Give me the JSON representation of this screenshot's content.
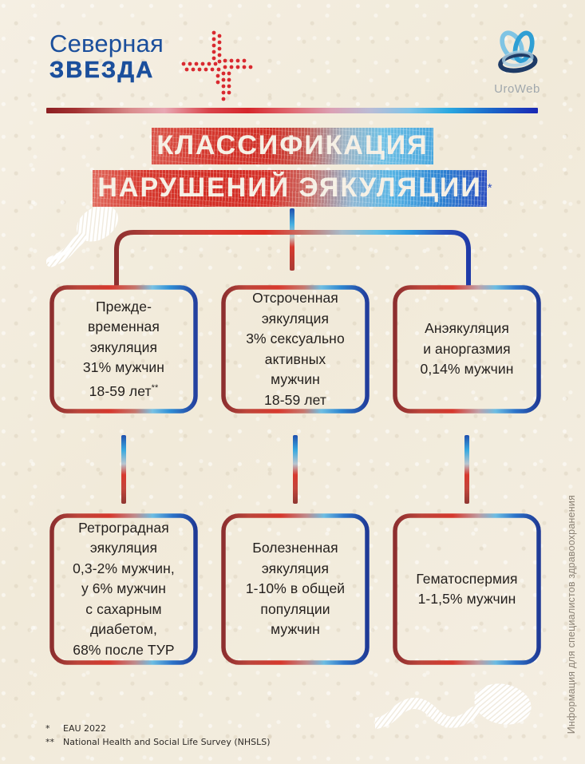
{
  "meta": {
    "bg_color": "#f2ebdd",
    "accent_red": "#d22d24",
    "accent_blue": "#1f4fae",
    "text_color": "#231f1d"
  },
  "header": {
    "brand": {
      "line1": "Северная",
      "line2": "ЗВЕЗДА",
      "star_icon": "red-dotted-star-icon",
      "color": "#1b4f9c",
      "star_color": "#d9292f"
    },
    "partner": {
      "name": "UroWeb",
      "logo_icon": "uroweb-rings-icon",
      "color": "#2f7fb5"
    },
    "divider_icon": "gradient-rule"
  },
  "title": {
    "line1": "КЛАССИФИКАЦИЯ",
    "line2": "НАРУШЕНИЙ ЭЯКУЛЯЦИИ",
    "asterisk": "*"
  },
  "chart_data": {
    "type": "diagram",
    "title": "КЛАССИФИКАЦИЯ НАРУШЕНИЙ ЭЯКУЛЯЦИИ",
    "layout": "two-row tree, 3 nodes per row, bracket connector from title",
    "nodes": [
      {
        "id": "premature",
        "row": 1,
        "column": 1,
        "name": "Преждевременная эякуляция",
        "text": "Прежде-\nвременная\nэякуляция\n31% мужчин\n18-59 лет**",
        "value": 31,
        "unit": "% мужчин",
        "age_range": "18-59 лет",
        "footnote_ref": "**"
      },
      {
        "id": "delayed",
        "row": 1,
        "column": 2,
        "name": "Отсроченная эякуляция",
        "text": "Отсроченная\nэякуляция\n3% сексуально\nактивных\nмужчин\n18-59 лет",
        "value": 3,
        "unit": "% сексуально активных мужчин",
        "age_range": "18-59 лет",
        "footnote_ref": ""
      },
      {
        "id": "anejaculation",
        "row": 1,
        "column": 3,
        "name": "Анэякуляция и аноргазмия",
        "text": "Анэякуляция\nи аноргазмия\n0,14% мужчин",
        "value": 0.14,
        "unit": "% мужчин",
        "age_range": "",
        "footnote_ref": ""
      },
      {
        "id": "retrograde",
        "row": 2,
        "column": 1,
        "name": "Ретроградная эякуляция",
        "text": "Ретроградная\nэякуляция\n0,3-2% мужчин,\nу 6% мужчин\nс сахарным\nдиабетом,\n68% после ТУР",
        "value": "0,3-2",
        "unit": "% мужчин",
        "extra": "у 6% мужчин с сахарным диабетом, 68% после ТУР",
        "footnote_ref": ""
      },
      {
        "id": "painful",
        "row": 2,
        "column": 2,
        "name": "Болезненная эякуляция",
        "text": "Болезненная\nэякуляция\n1-10% в общей\nпопуляции\nмужчин",
        "value": "1-10",
        "unit": "% в общей популяции мужчин",
        "footnote_ref": ""
      },
      {
        "id": "hematospermia",
        "row": 2,
        "column": 3,
        "name": "Гематоспермия",
        "text": "Гематоспермия\n1-1,5% мужчин",
        "value": "1-1,5",
        "unit": "% мужчин",
        "footnote_ref": ""
      }
    ]
  },
  "footnotes": [
    {
      "marker": "*",
      "text": "EAU 2022"
    },
    {
      "marker": "**",
      "text": "National Health and Social Life Survey (NHSLS)"
    }
  ],
  "side_note": "Информация для специалистов здравоохранения",
  "decorations": [
    {
      "name": "sperm-illustration-top-left",
      "position": "top-left of bracket"
    },
    {
      "name": "sperm-illustration-bottom-right",
      "position": "bottom-right above footer"
    }
  ]
}
